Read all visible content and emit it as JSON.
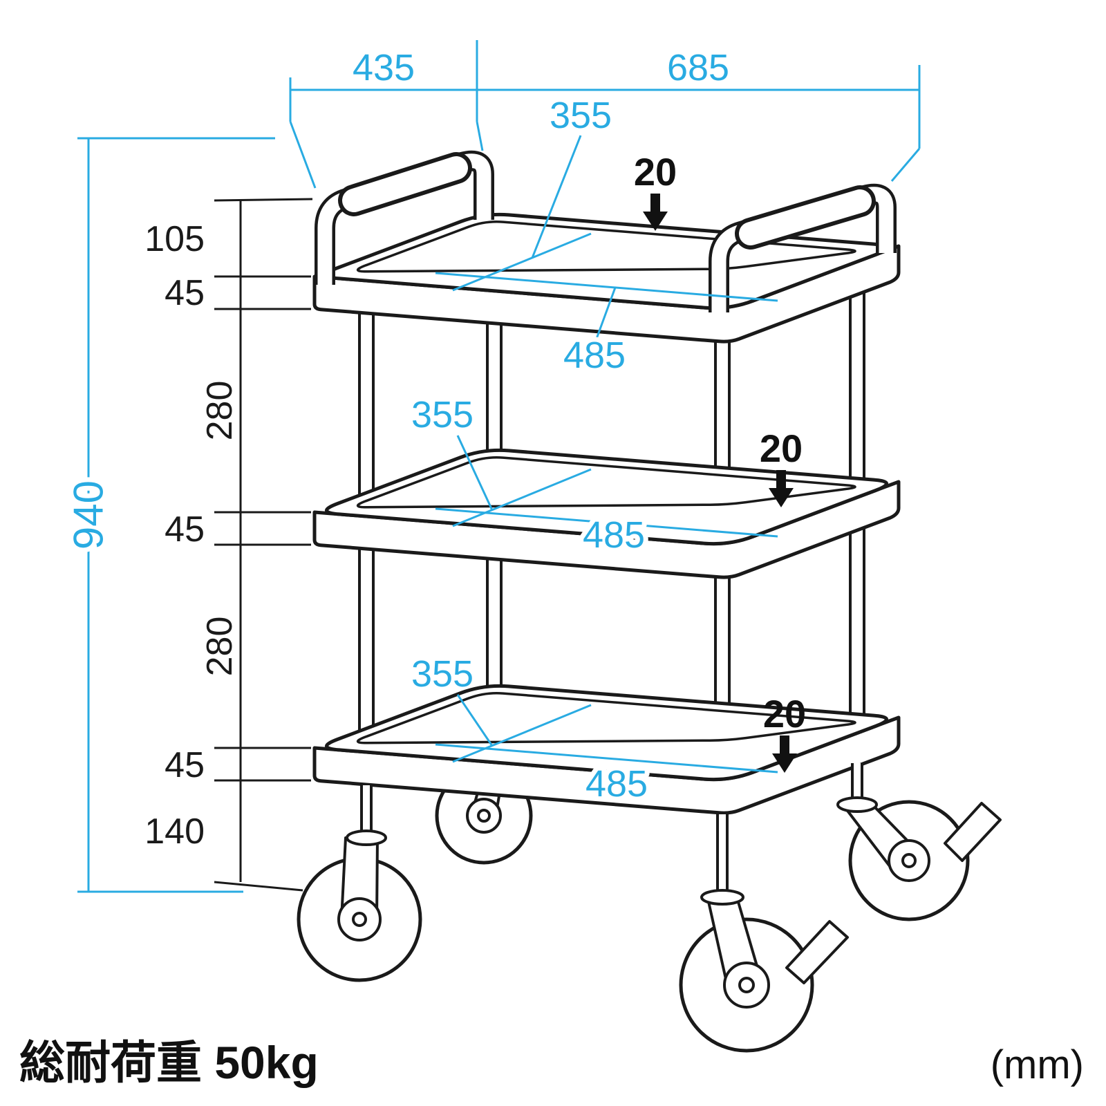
{
  "diagram": {
    "title_semantics": "three-tier utility cart dimension drawing",
    "unit_note": "(mm)",
    "load_note": "総耐荷重 50kg",
    "top_dims": {
      "depth": "435",
      "width": "685"
    },
    "overall_height": "940",
    "side_dims": {
      "handle_height": "105",
      "shelf_thickness_top": "45",
      "gap_upper": "280",
      "shelf_thickness_mid": "45",
      "gap_lower": "280",
      "shelf_thickness_bottom": "45",
      "caster_height": "140"
    },
    "shelves": [
      {
        "inner_depth": "355",
        "rim_height": "20",
        "inner_width": "485"
      },
      {
        "inner_depth": "355",
        "rim_height": "20",
        "inner_width": "485"
      },
      {
        "inner_depth": "355",
        "rim_height": "20",
        "inner_width": "485"
      }
    ],
    "colors": {
      "dimension_accent": "#29abe2",
      "line": "#1a1a1a"
    }
  }
}
